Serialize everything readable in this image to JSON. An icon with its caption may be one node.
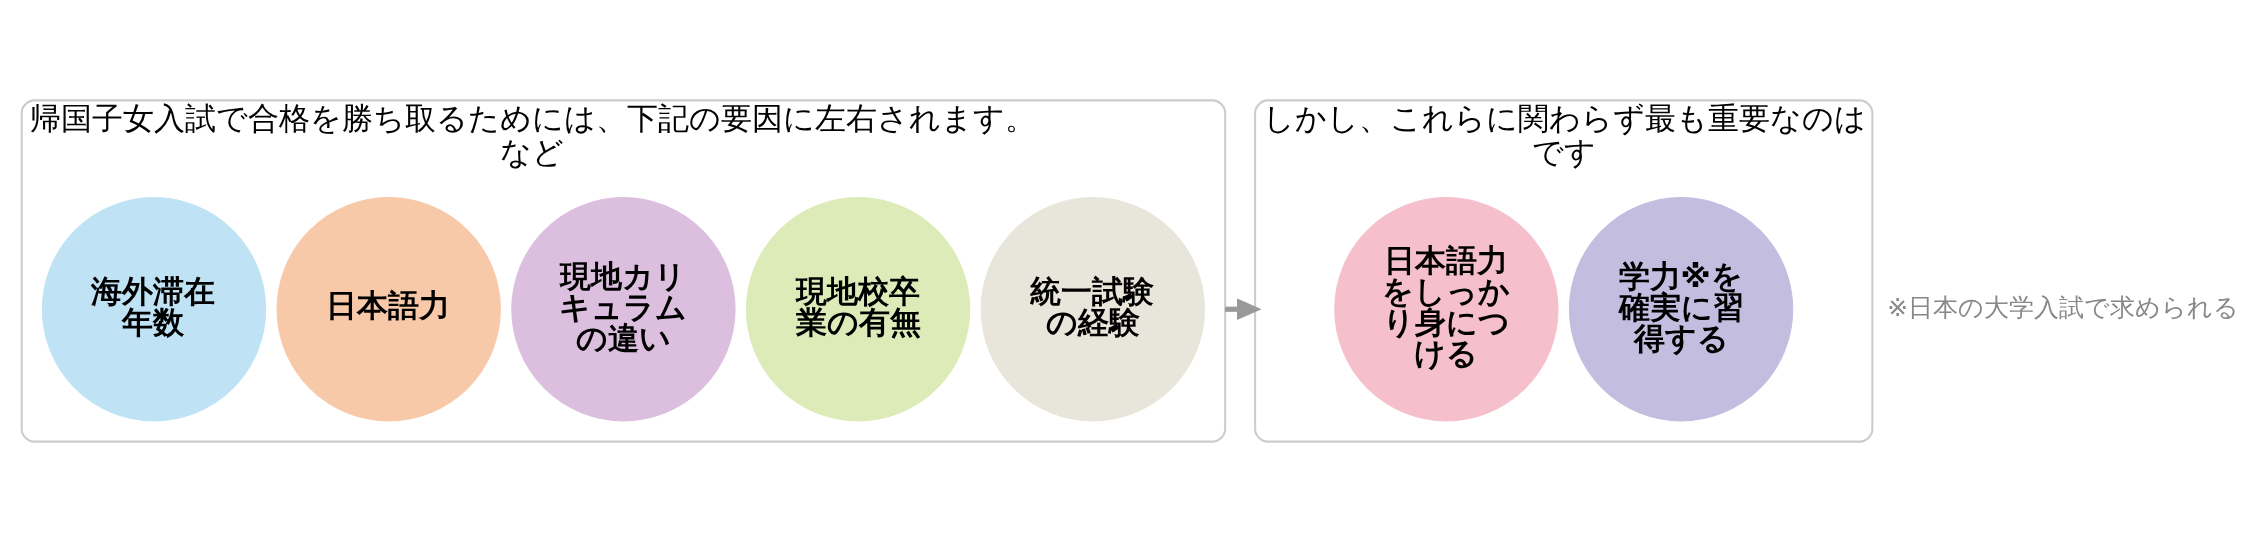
{
  "diagram": {
    "nodes": [
      {
        "text": [
          "帰国子女入試で合格を勝ち取るためには、下記の要因に左右されます。",
          "など"
        ]
      },
      {
        "text": [
          "海外滞在年数"
        ],
        "in": 0
      },
      {
        "text": [
          "日本語力"
        ],
        "in": 0
      },
      {
        "text": [
          "現地カリキュラムの違い"
        ],
        "in": 0
      },
      {
        "text": [
          "現地校卒業の有無"
        ],
        "in": 0
      },
      {
        "text": [
          "統一試験の経験"
        ],
        "in": 0
      },
      {
        "text": [
          "しかし、これらに関わらず最も重要なのは",
          "です"
        ]
      },
      {
        "text": [
          "日本語力をしっかり身につける"
        ],
        "in": 6
      },
      {
        "text": [
          "学力※を確実に習得する"
        ],
        "in": 6
      }
    ],
    "edges": [
      {
        "from": 0,
        "to": 6,
        "arrow": "to"
      }
    ],
    "labels": [
      "※日本の大学入試で求められる"
    ]
  }
}
